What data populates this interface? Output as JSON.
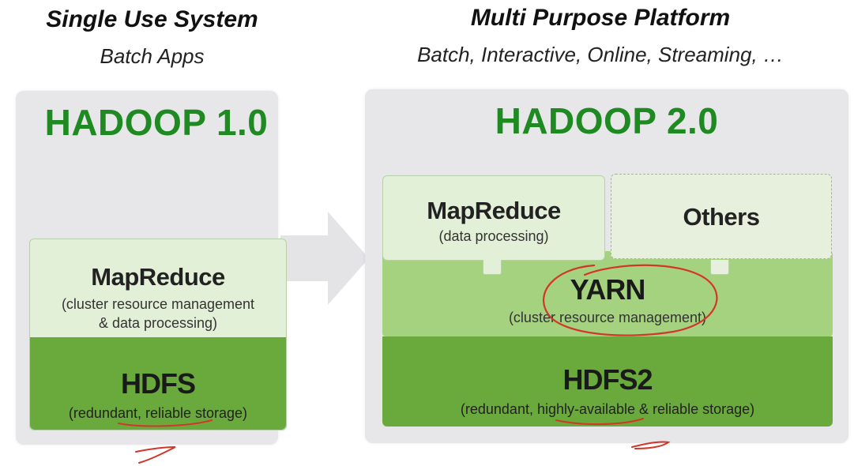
{
  "left": {
    "heading": "Single Use System",
    "subheading": "Batch Apps",
    "title": "HADOOP 1.0",
    "mapreduce": {
      "label": "MapReduce",
      "desc1": "(cluster resource management",
      "desc2": "& data processing)"
    },
    "hdfs": {
      "label": "HDFS",
      "desc": "(redundant, reliable storage)"
    }
  },
  "right": {
    "heading": "Multi Purpose Platform",
    "subheading": "Batch, Interactive, Online, Streaming, …",
    "title": "HADOOP 2.0",
    "mapreduce": {
      "label": "MapReduce",
      "desc": "(data processing)"
    },
    "others": {
      "label": "Others"
    },
    "yarn": {
      "label": "YARN",
      "desc": "(cluster resource management)"
    },
    "hdfs2": {
      "label": "HDFS2",
      "desc": "(redundant, highly-available & reliable storage)"
    }
  },
  "colors": {
    "title_green": "#1f8a22",
    "light_green": "#e3f0d8",
    "mid_green": "#a5d27f",
    "dark_green": "#6aaa3c",
    "panel_gray": "#e7e6e9",
    "arrow_gray": "#e4e3e6",
    "annotation_red": "#d2362a"
  }
}
